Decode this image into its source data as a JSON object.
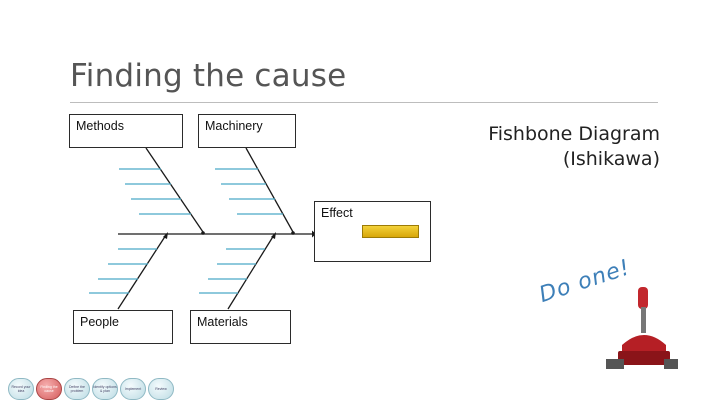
{
  "slide": {
    "title": "Finding the cause"
  },
  "fishbone": {
    "categories": [
      {
        "id": "methods",
        "label": "Methods"
      },
      {
        "id": "machinery",
        "label": "Machinery"
      },
      {
        "id": "people",
        "label": "People"
      },
      {
        "id": "materials",
        "label": "Materials"
      }
    ],
    "effect": {
      "label": "Effect"
    }
  },
  "caption": {
    "line1": "Fishbone Diagram",
    "line2": "(Ishikawa)"
  },
  "callout": {
    "text": "Do one!"
  },
  "nav": {
    "steps": [
      "Record your idea",
      "Finding the cause",
      "Define the problem",
      "Identify options & plan",
      "Implement",
      "Review"
    ],
    "active_index": 1
  },
  "colors": {
    "bone": "#1a1a1a",
    "rib": "#4aa9c6",
    "effect_bar": "#e6bd1f",
    "callout": "#3d7fb8"
  }
}
